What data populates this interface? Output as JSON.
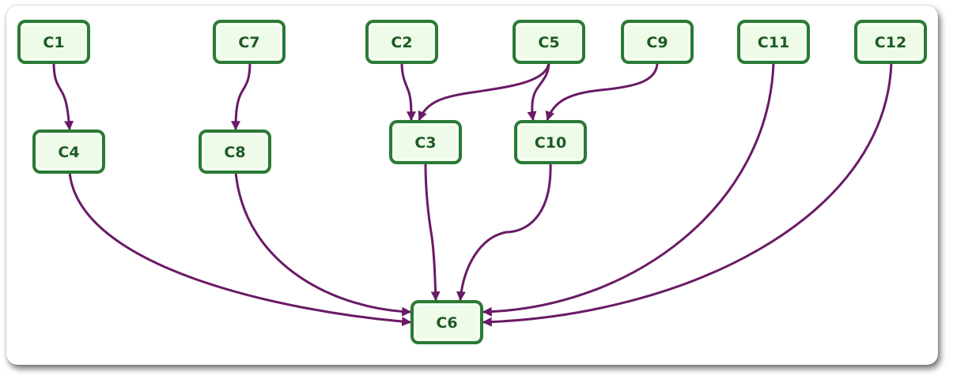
{
  "diagram": {
    "edge_color": "#6a1a66",
    "node_fill": "#eefbe9",
    "node_border": "#2a7a35",
    "label_color": "#1d5a23",
    "nodes": [
      {
        "id": "C1",
        "label": "C1"
      },
      {
        "id": "C7",
        "label": "C7"
      },
      {
        "id": "C2",
        "label": "C2"
      },
      {
        "id": "C5",
        "label": "C5"
      },
      {
        "id": "C9",
        "label": "C9"
      },
      {
        "id": "C11",
        "label": "C11"
      },
      {
        "id": "C12",
        "label": "C12"
      },
      {
        "id": "C4",
        "label": "C4"
      },
      {
        "id": "C8",
        "label": "C8"
      },
      {
        "id": "C3",
        "label": "C3"
      },
      {
        "id": "C10",
        "label": "C10"
      },
      {
        "id": "C6",
        "label": "C6"
      }
    ],
    "edges": [
      {
        "from": "C1",
        "to": "C4"
      },
      {
        "from": "C7",
        "to": "C8"
      },
      {
        "from": "C2",
        "to": "C3"
      },
      {
        "from": "C5",
        "to": "C3"
      },
      {
        "from": "C5",
        "to": "C10"
      },
      {
        "from": "C9",
        "to": "C10"
      },
      {
        "from": "C4",
        "to": "C6"
      },
      {
        "from": "C8",
        "to": "C6"
      },
      {
        "from": "C3",
        "to": "C6"
      },
      {
        "from": "C10",
        "to": "C6"
      },
      {
        "from": "C11",
        "to": "C6"
      },
      {
        "from": "C12",
        "to": "C6"
      }
    ]
  }
}
